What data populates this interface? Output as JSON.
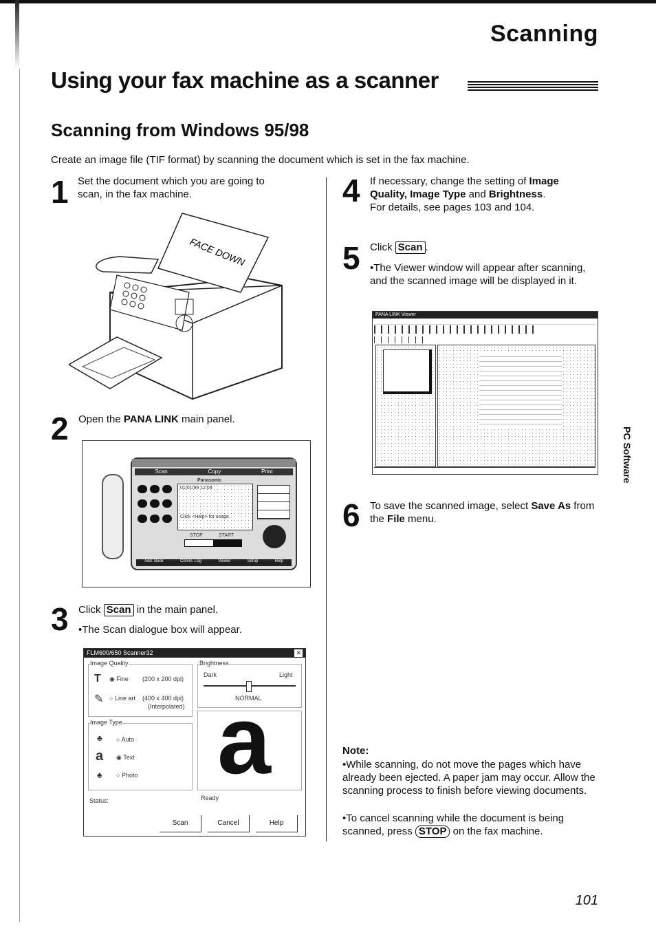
{
  "header": {
    "section": "Scanning"
  },
  "main_title": "Using your fax machine as a scanner",
  "subtitle": "Scanning from Windows 95/98",
  "intro": "Create an image file (TIF format) by scanning the document which is set in the fax machine.",
  "steps": {
    "s1": {
      "num": "1",
      "text": "Set the document which you are going to scan, in the fax machine."
    },
    "s2": {
      "num": "2",
      "pre": "Open the ",
      "bold": "PANA LINK",
      "post": " main panel."
    },
    "s3": {
      "num": "3",
      "pre": "Click ",
      "key": "Scan",
      "post": " in the main panel.",
      "bullet": "•The Scan dialogue box will appear."
    },
    "s4": {
      "num": "4",
      "pre": "If necessary, change the setting of ",
      "b1": "Image Quality, Image Type",
      "mid": " and ",
      "b2": "Brightness",
      "post": ".",
      "line2": "For details, see pages 103 and 104."
    },
    "s5": {
      "num": "5",
      "pre": "Click ",
      "key": "Scan",
      "post": ".",
      "bullet": "•The Viewer window will appear after scanning, and the scanned image will be displayed in it."
    },
    "s6": {
      "num": "6",
      "pre": "To save the scanned image, select ",
      "b1": "Save As",
      "mid": " from the ",
      "b2": "File",
      "post": " menu."
    }
  },
  "fax_illustration": {
    "paper_label": "FACE DOWN"
  },
  "pana_panel": {
    "brand": "Panasonic",
    "tabs": [
      "Scan",
      "Copy",
      "Print"
    ],
    "lcd_line": "01/01/99 12:04",
    "lcd_help": "Click <Help> for usage.",
    "stop": "STOP",
    "start": "START",
    "bottom_buttons": [
      "Add. Book",
      "Comm. Log",
      "Viewer",
      "Setup",
      "Help"
    ]
  },
  "scan_dialog": {
    "title": "FLM600/650 Scanner32",
    "image_quality_label": "Image Quality",
    "fine_label": "Fine",
    "fine_dpi": "(200 x 200 dpi)",
    "lineart_label": "Line art",
    "lineart_dpi": "(400 x 400 dpi)",
    "lineart_note": "(Interpolated)",
    "brightness_label": "Brightness",
    "dark": "Dark",
    "light": "Light",
    "normal": "NORMAL",
    "image_type_label": "Image Type",
    "auto": "Auto",
    "text": "Text",
    "photo": "Photo",
    "preview_letter": "a",
    "status_label": "Status:",
    "status_value": "Ready",
    "buttons": [
      "Scan",
      "Cancel",
      "Help"
    ]
  },
  "viewer": {
    "title": "PANA LINK Viewer"
  },
  "note": {
    "title": "Note:",
    "items": [
      "•While scanning, do not move the pages which have already been ejected. A paper jam may occur. Allow the scanning process to finish before viewing documents."
    ],
    "item2_pre": "•To cancel scanning while the document is being scanned, press ",
    "item2_key": "STOP",
    "item2_post": " on the fax machine."
  },
  "side_tab": "PC Software",
  "page_number": "101"
}
